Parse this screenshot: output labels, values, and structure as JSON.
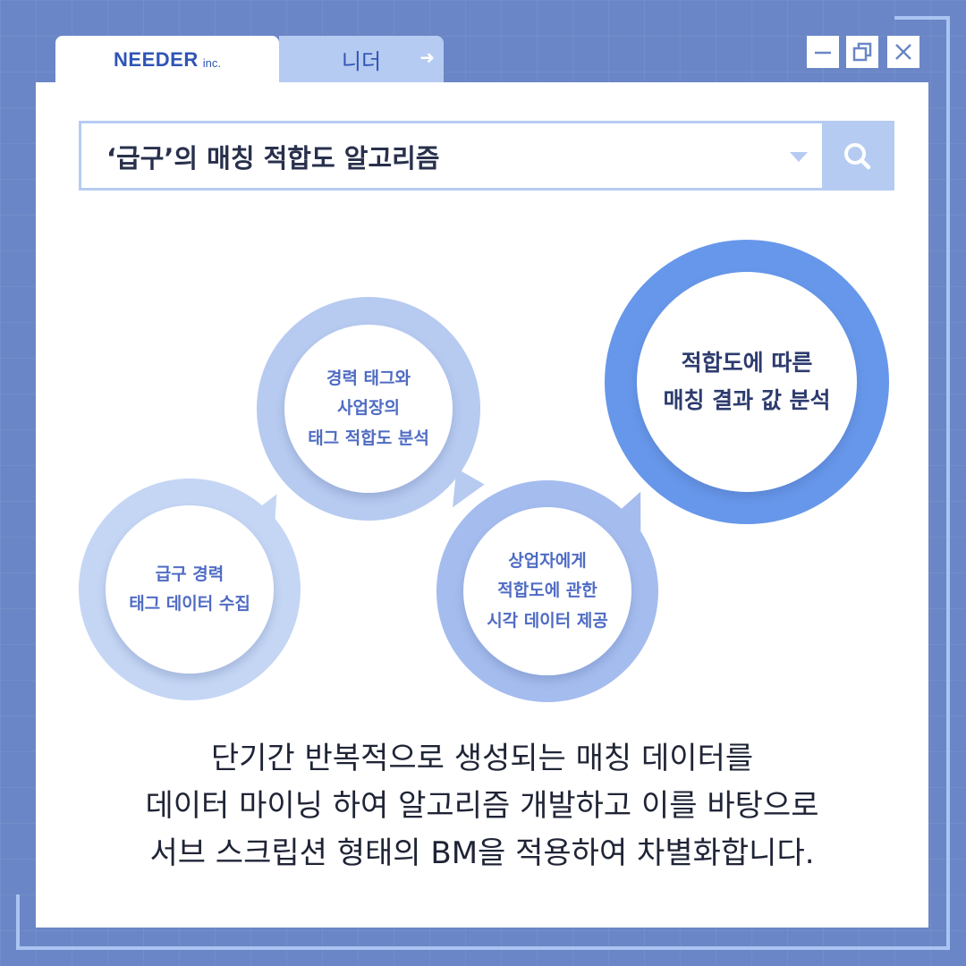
{
  "window": {
    "tabs": [
      {
        "logo_text": "NEEDER",
        "logo_suffix": "inc.",
        "active": true
      },
      {
        "label": "니더",
        "icon": "arrow-right-icon",
        "active": false
      }
    ],
    "controls": [
      "minimize-icon",
      "restore-icon",
      "close-icon"
    ]
  },
  "search": {
    "value": "‘급구’의 매칭 적합도 알고리즘",
    "dropdown_icon": "chevron-down-icon",
    "button_icon": "search-icon"
  },
  "steps": [
    {
      "label": "급구 경력\n태그 데이터 수집",
      "color": "#c5d6f4"
    },
    {
      "label": "경력 태그와\n사업장의\n태그 적합도 분석",
      "color": "#b7caf0"
    },
    {
      "label": "상업자에게\n적합도에 관한\n시각 데이터 제공",
      "color": "#a5bcee"
    },
    {
      "label": "적합도에 따른\n매칭 결과 값 분석",
      "color": "#6797ea"
    }
  ],
  "caption": {
    "lines": [
      "단기간 반복적으로 생성되는 매칭 데이터를",
      "데이터 마이닝 하여 알고리즘 개발하고 이를 바탕으로",
      "서브 스크립션 형태의 BM을 적용하여 차별화합니다."
    ]
  },
  "colors": {
    "background": "#6a86c6",
    "frame": "#aac4f2",
    "accent": "#2f55b5",
    "tab_inactive": "#b6cbf1"
  }
}
